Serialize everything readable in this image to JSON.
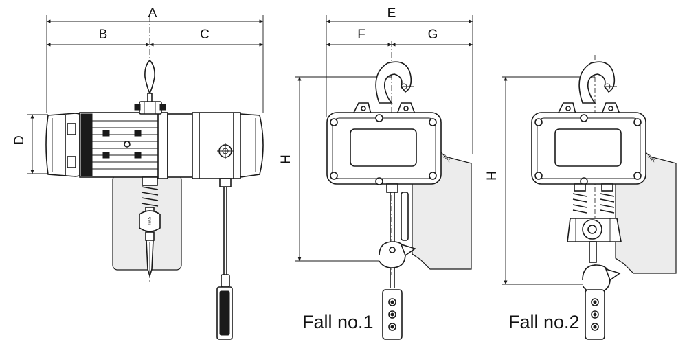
{
  "dimensions": {
    "A": "A",
    "B": "B",
    "C": "C",
    "D": "D",
    "E": "E",
    "F": "F",
    "G": "G",
    "H1": "H",
    "H2": "H"
  },
  "captions": {
    "fall1": "Fall no.1",
    "fall2": "Fall no.2"
  },
  "colors": {
    "line": "#1a1a1a",
    "background": "#ffffff",
    "shade": "#ececec"
  }
}
